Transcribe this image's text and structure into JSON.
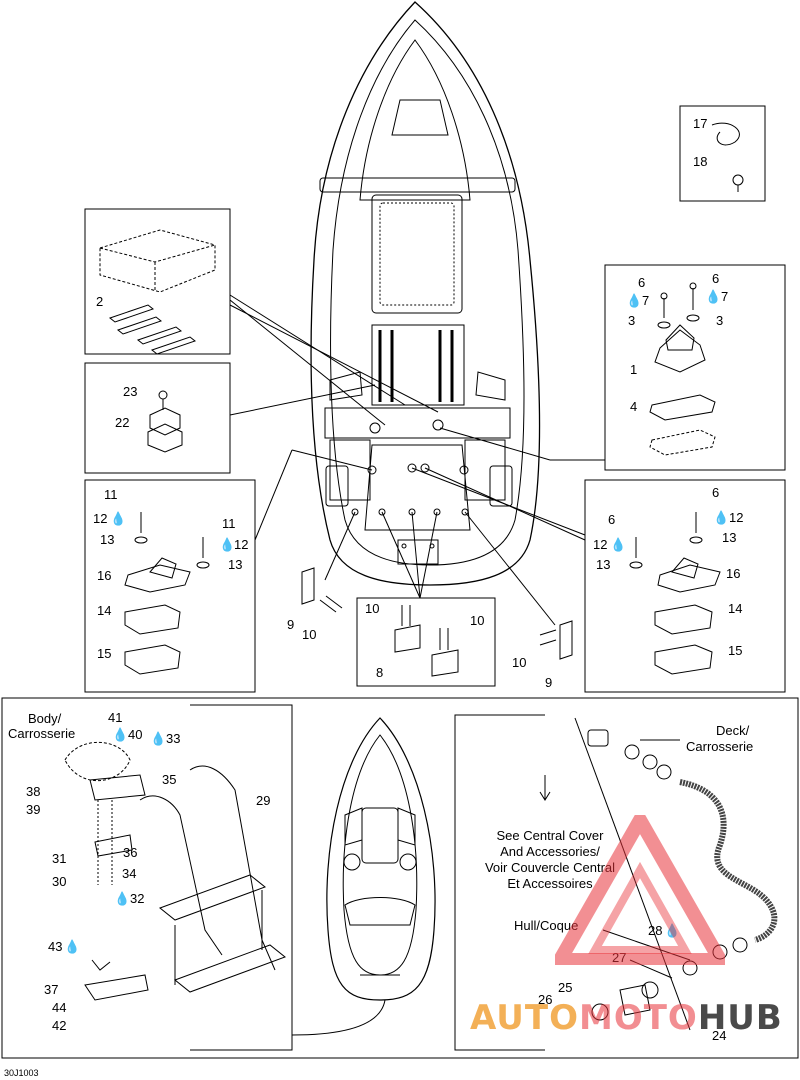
{
  "diagram_code": "30J1003",
  "callouts": {
    "c1": "1",
    "c2": "2",
    "c3a": "3",
    "c3b": "3",
    "c6a": "6",
    "c6b": "6",
    "c7a": "7",
    "c7b": "7",
    "c8": "8",
    "c9a": "9",
    "c9b": "9",
    "c10a": "10",
    "c10b": "10",
    "c10c": "10",
    "c10d": "10",
    "c11a": "11",
    "c11b": "11",
    "c12a": "12",
    "c12b": "12",
    "c12c": "12",
    "c12d": "12",
    "c13a": "13",
    "c13b": "13",
    "c13c": "13",
    "c13d": "13",
    "c14a": "14",
    "c14b": "14",
    "c15a": "15",
    "c15b": "15",
    "c16a": "16",
    "c16b": "16",
    "c17": "17",
    "c18": "18",
    "c22": "22",
    "c23": "23",
    "c24": "24",
    "c25": "25",
    "c26": "26",
    "c27": "27",
    "c28": "28",
    "c29": "29",
    "c30": "30",
    "c31": "31",
    "c32": "32",
    "c33": "33",
    "c34": "34",
    "c35": "35",
    "c36": "36",
    "c37": "37",
    "c38": "38",
    "c39": "39",
    "c40": "40",
    "c41": "41",
    "c42": "42",
    "c43": "43",
    "c44": "44",
    "c6c": "6",
    "c6d": "6"
  },
  "labels": {
    "body_1": "Body/",
    "body_2": "Carrosserie",
    "deck_1": "Deck/",
    "deck_2": "Carrosserie",
    "hull": "Hull/Coque",
    "central_1": "See Central Cover",
    "central_2": "And Accessories/",
    "central_3": "Voir Couvercle Central",
    "central_4": "Et Accessoires"
  },
  "watermark": {
    "part1": "AUTO",
    "part2": "MOTO",
    "part3": "HUB",
    "color_orange": "#f2a33a",
    "color_red": "#e8333a",
    "color_dark": "#2b2b2b"
  },
  "icons": {
    "drop": "oil-drop-icon"
  }
}
